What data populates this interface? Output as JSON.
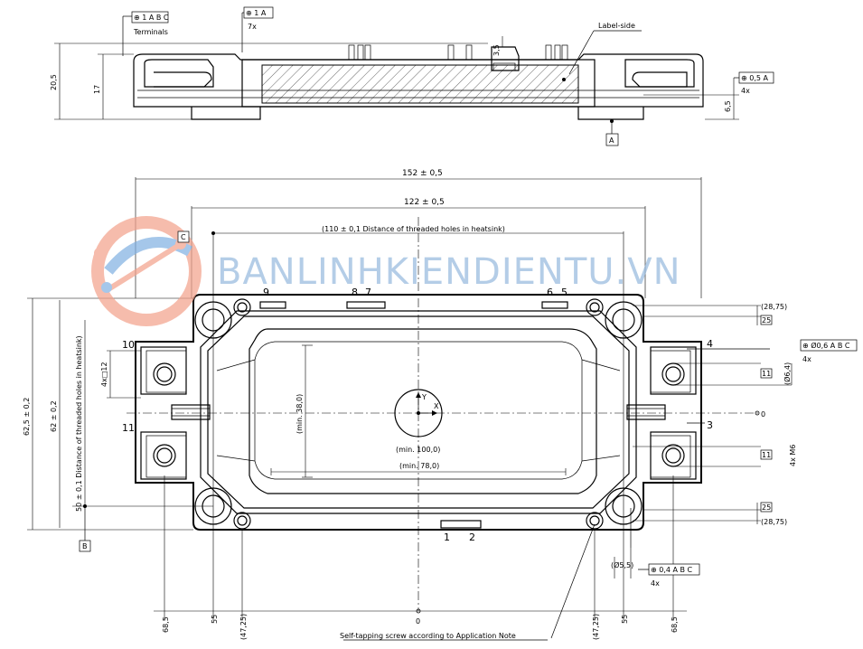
{
  "watermark": {
    "text": "BANLINHKIENDIENTU.VN"
  },
  "side_view": {
    "frame_ref_terminals": "⊕ 1 A B C",
    "terminals_label": "Terminals",
    "frame_ref_top": "⊕ 1 A",
    "count_7x": "7x",
    "label_side": "Label-side",
    "dim_20_5": "20,5",
    "dim_17": "17",
    "dim_3_5": "3,5",
    "dim_6_5": "6,5",
    "frame_right": "⊕ 0,5 A",
    "count_4x": "4x",
    "datum_a": "A"
  },
  "top_view": {
    "dim_152": "152 ± 0,5",
    "dim_122": "122 ± 0,5",
    "dim_110": "(110 ± 0,1 Distance of threaded holes in heatsink)",
    "datum_c": "C",
    "datum_b": "B",
    "pins": {
      "p9": "9",
      "p8": "8",
      "p7": "7",
      "p6": "6",
      "p5": "5",
      "p10": "10",
      "p11": "11",
      "p4": "4",
      "p3": "3",
      "p1": "1",
      "p2": "2"
    },
    "dim_28_75_top": "(28,75)",
    "dim_25_top": "25",
    "frame_phi06": "⊕ Ø0,6 A B C",
    "count_4x_a": "4x",
    "dim_11_a": "11",
    "dim_phi6_4": "(Ø6,4)",
    "dim_0": "0",
    "dim_11_b": "11",
    "m6": "4x M6",
    "dim_25_bot": "25",
    "dim_28_75_bot": "(28,75)",
    "dim_4x12": "4x□12",
    "dim_62_5": "62,5 ± 0,2",
    "dim_62": "62 ± 0,2",
    "dim_50": "50 ± 0,1 Distance of threaded holes in heatsink)",
    "dim_38": "(min. 38,0)",
    "dim_100": "(min. 100,0)",
    "dim_78": "(min. 78,0)",
    "axis_y": "Y",
    "axis_x": "X",
    "dim_phi5_5": "(Ø5,5)",
    "frame_phi04": "⊕ 0,4 A B C",
    "count_4x_b": "4x",
    "dim_68_5_l": "68,5",
    "dim_55_l": "55",
    "dim_47_25_l": "(47,25)",
    "dim_0_b": "0",
    "dim_47_25_r": "(47,25)",
    "dim_55_r": "55",
    "dim_68_5_r": "68,5",
    "screw_note": "Self-tapping screw according to Application Note"
  }
}
